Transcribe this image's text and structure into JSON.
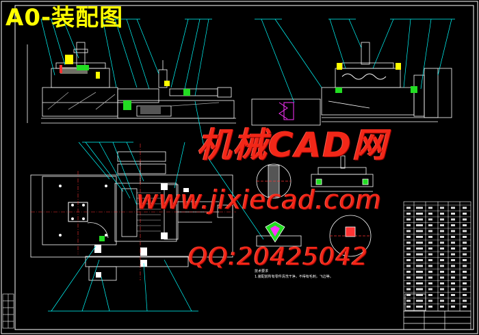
{
  "drawing": {
    "title": "A0-装配图",
    "watermark_site_cn": "机械CAD网",
    "watermark_url": "www.jixiecad.com",
    "watermark_qq": "QQ:20425042",
    "tech_requirements_label": "技术要求",
    "tech_requirements_text": "1.装配前所有零件清洗干净，不得有毛刺，飞边等。"
  },
  "colors": {
    "background": "#000000",
    "outline": "#ffffff",
    "leader": "#00ffff",
    "centerline": "#ff3333",
    "part_green": "#22dd22",
    "part_yellow": "#ffff00",
    "part_magenta": "#ff33ff",
    "title_text": "#ffff00",
    "watermark": "#ff2a1a"
  }
}
